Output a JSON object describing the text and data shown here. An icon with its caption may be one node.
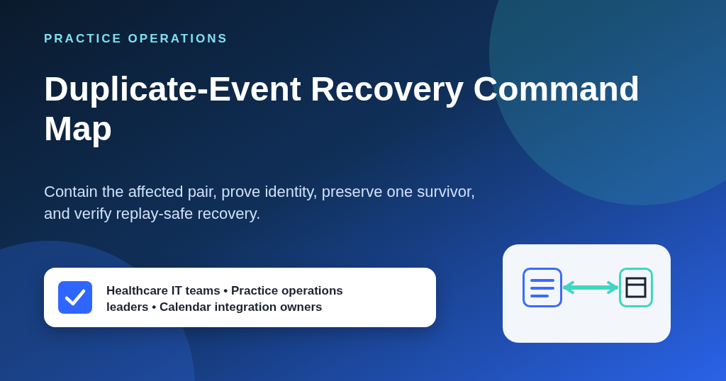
{
  "diagram": {
    "title": "Duplicate-Event Recovery Command Map",
    "nodes": [
      {
        "text": [
          "Healthcare IT teams • Practice operations leaders • Calendar integration owners"
        ]
      },
      {
        "text": [],
        "shape": "box"
      },
      {
        "text": [],
        "shape": "picture",
        "in": 1
      },
      {
        "text": [],
        "shape": "picture",
        "in": 1
      }
    ],
    "edges": [
      {
        "from": 2,
        "to": 3,
        "arrow": "both",
        "color": "#3fd6c4"
      }
    ],
    "labels": [
      "PRACTICE OPERATIONS",
      "Contain the affected pair, prove identity, preserve one survivor, and verify replay-safe recovery."
    ]
  }
}
